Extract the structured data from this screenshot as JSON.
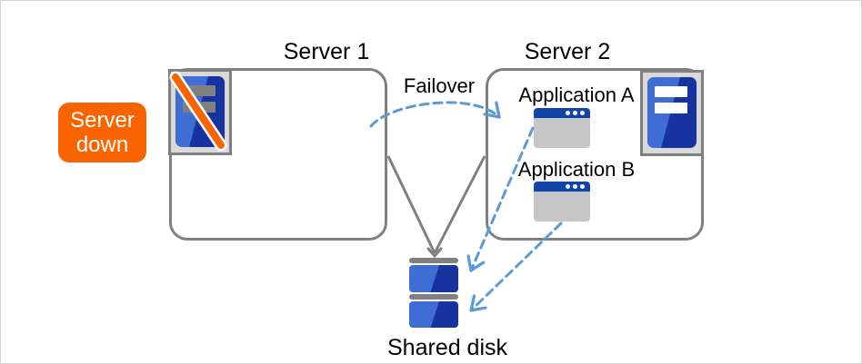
{
  "badge": {
    "text": "Server down"
  },
  "server1": {
    "label": "Server 1"
  },
  "server2": {
    "label": "Server 2"
  },
  "apps": [
    {
      "label": "Application A"
    },
    {
      "label": "Application B"
    }
  ],
  "failover": {
    "label": "Failover"
  },
  "shared_disk": {
    "label": "Shared disk"
  },
  "icons": {
    "server1": "server-down-icon",
    "server2": "server-icon",
    "app_a": "app-window-icon",
    "app_b": "app-window-icon",
    "disk": "shared-disk-icon"
  },
  "colors": {
    "badge_orange": "#FA6400",
    "slash_orange": "#FA6400",
    "server_blue_light": "#3E6DD3",
    "server_blue_dark": "#1733A0",
    "window_title_blue": "#1345A8",
    "window_body_gray": "#C6C6C6",
    "frame_gray": "#D9D9D9",
    "line_gray": "#808080",
    "arrow_blue": "#5B9BD5"
  }
}
